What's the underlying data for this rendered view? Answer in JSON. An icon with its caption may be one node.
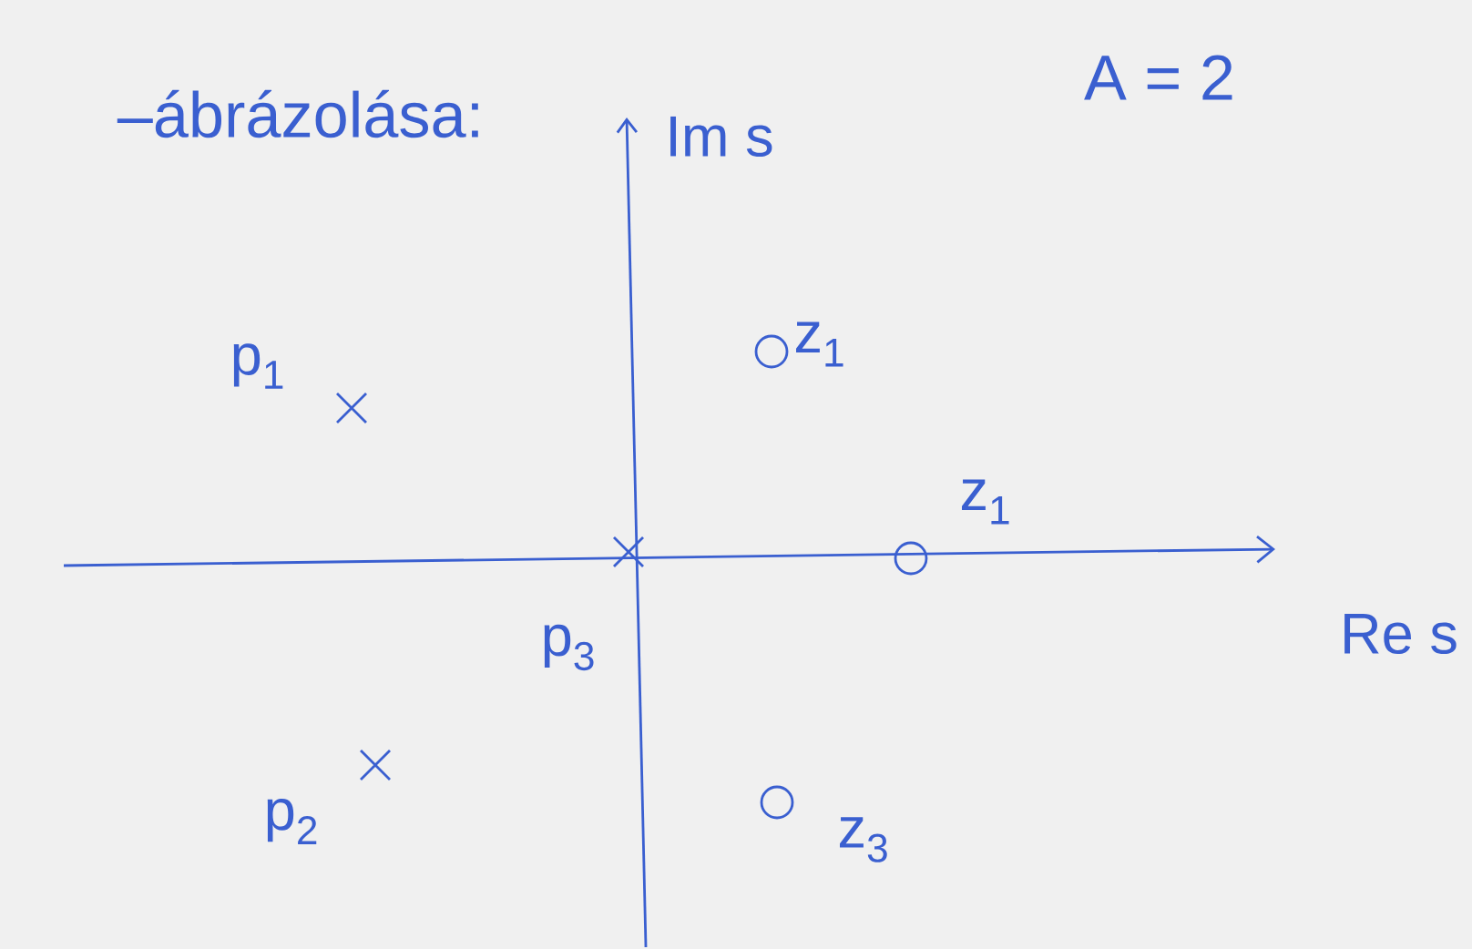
{
  "diagram": {
    "labels": [
      "–ábrázolása:",
      "A = 2",
      "Im s",
      "p$_{1}$",
      "z$_{1}$",
      "z$_{1}$",
      "Re s",
      "p$_{3}$",
      "p$_{2}$",
      "z$_{3}$"
    ]
  }
}
